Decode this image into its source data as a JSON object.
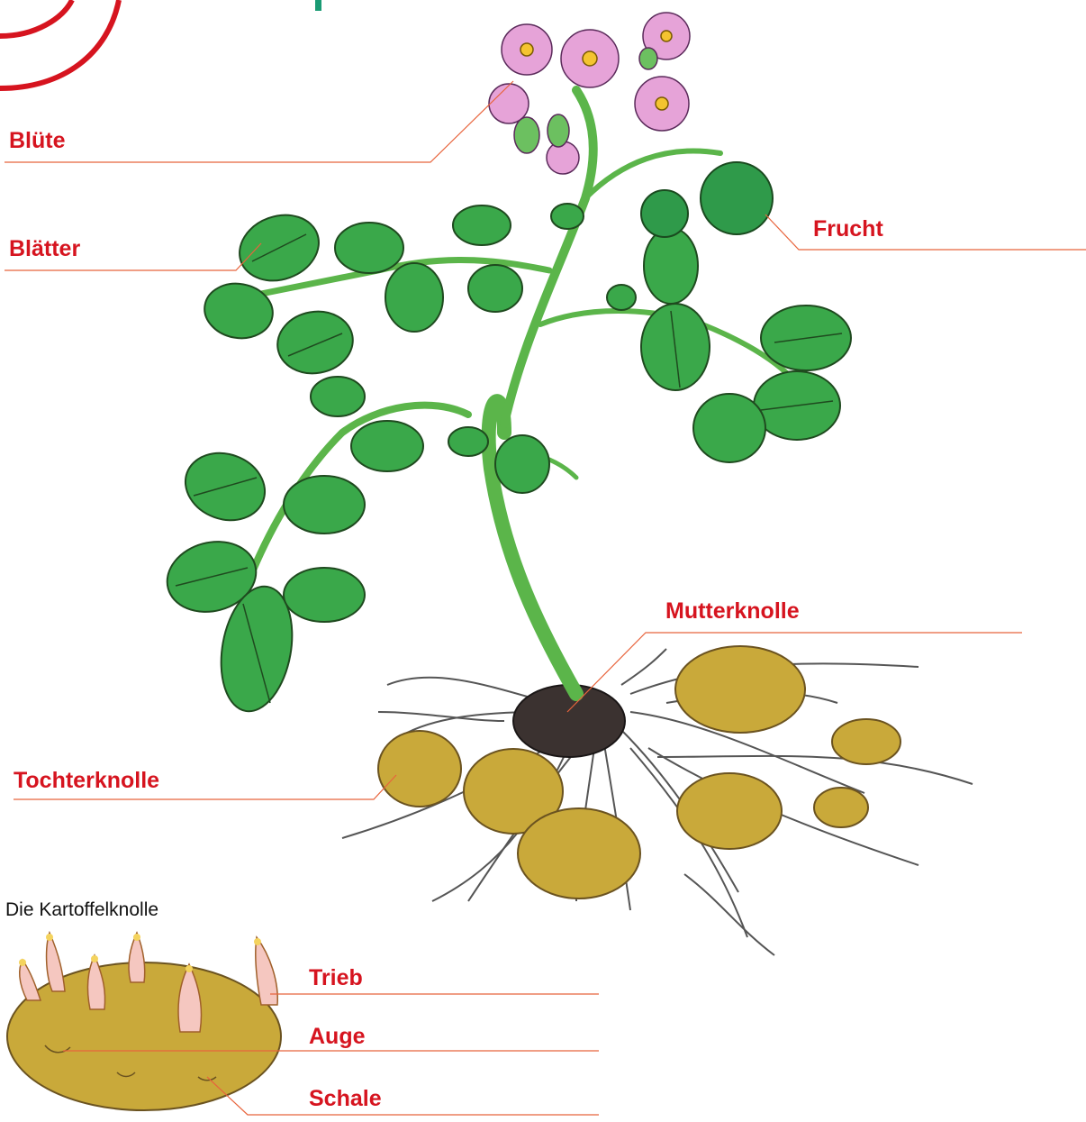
{
  "labels": {
    "bluete": "Blüte",
    "blaetter": "Blätter",
    "frucht": "Frucht",
    "mutterknolle": "Mutterknolle",
    "tochterknolle": "Tochterknolle",
    "trieb": "Trieb",
    "auge": "Auge",
    "schale": "Schale"
  },
  "inset_caption": "Die Kartoffelknolle",
  "colors": {
    "label": "#d6141f",
    "leader": "#e8643c",
    "leaf": "#3aa84a",
    "stem": "#5bb54a",
    "flower": "#e6a3d8",
    "tuber": "#c9a93a",
    "root": "#555555",
    "accent_teal": "#1a9b74"
  },
  "icons": {
    "flower": "potato-flower-icon",
    "leaf": "potato-leaf-icon",
    "fruit": "potato-berry-icon",
    "tuber": "potato-tuber-icon"
  }
}
